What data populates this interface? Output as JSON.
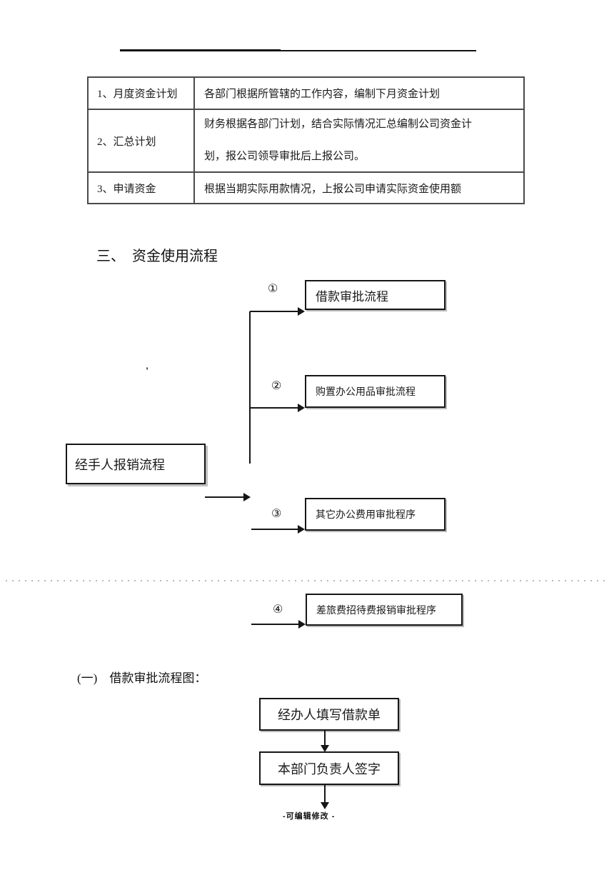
{
  "table": {
    "rows": [
      {
        "label": "1、月度资金计划",
        "lines": [
          "各部门根据所管辖的工作内容，编制下月资金计划"
        ]
      },
      {
        "label": "2、汇总计划",
        "lines": [
          "财务根据各部门计划，结合实际情况汇总编制公司资金计",
          "划，报公司领导审批后上报公司。"
        ]
      },
      {
        "label": "3、申请资金",
        "lines": [
          "根据当期实际用款情况，上报公司申请实际资金使用额"
        ]
      }
    ]
  },
  "headings": {
    "section": "三、　资金使用流程",
    "sub": "(一)　借款审批流程图："
  },
  "flowchart": {
    "source": "经手人报销流程",
    "stray_mark": "'",
    "branches": [
      {
        "num": "①",
        "label": "借款审批流程"
      },
      {
        "num": "②",
        "label": "购置办公用品审批流程"
      },
      {
        "num": "③",
        "label": "其它办公费用审批程序"
      },
      {
        "num": "④",
        "label": "差旅费招待费报销审批程序"
      }
    ]
  },
  "loan_flow": {
    "steps": [
      "经办人填写借款单",
      "本部门负责人签字"
    ]
  },
  "footer": {
    "text": "-可编辑修改 -"
  },
  "colors": {
    "ink": "#1a1a1a",
    "table_border": "#4a4a4a",
    "dotted_line": "#b9b9b9"
  }
}
